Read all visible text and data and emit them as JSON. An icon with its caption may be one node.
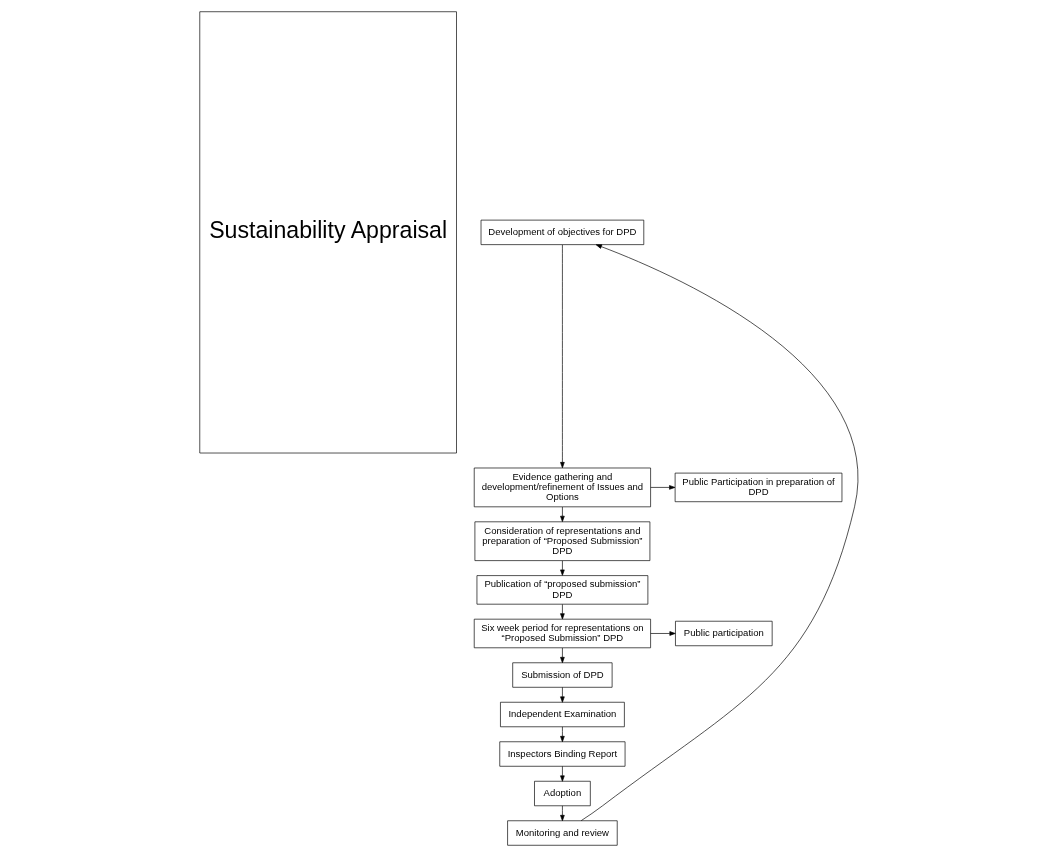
{
  "diagram": {
    "nodes": [
      {
        "text": [
          "Sustainability Appraisal"
        ]
      },
      {
        "text": [
          "Development of objectives for DPD"
        ]
      },
      {
        "text": [
          "Evidence gathering and development/refinement of Issues and Options"
        ]
      },
      {
        "text": [
          "Public Participation in preparation of DPD"
        ]
      },
      {
        "text": [
          "Consideration of representations and preparation of “Proposed Submission” DPD"
        ]
      },
      {
        "text": [
          "Publication of “proposed submission” DPD"
        ]
      },
      {
        "text": [
          "Six week period for representations on “Proposed Submission” DPD"
        ]
      },
      {
        "text": [
          "Public participation"
        ]
      },
      {
        "text": [
          "Submission of DPD"
        ]
      },
      {
        "text": [
          "Independent Examination"
        ]
      },
      {
        "text": [
          "Inspectors Binding Report"
        ]
      },
      {
        "text": [
          "Adoption"
        ]
      },
      {
        "text": [
          "Monitoring and review"
        ]
      }
    ],
    "edges": [
      {
        "from": 1,
        "to": 2,
        "arrow": "to"
      },
      {
        "from": 2,
        "to": 3,
        "arrow": "to"
      },
      {
        "from": 2,
        "to": 4,
        "arrow": "to"
      },
      {
        "from": 4,
        "to": 5,
        "arrow": "to"
      },
      {
        "from": 5,
        "to": 6,
        "arrow": "to"
      },
      {
        "from": 6,
        "to": 7,
        "arrow": "to"
      },
      {
        "from": 6,
        "to": 8,
        "arrow": "to"
      },
      {
        "from": 8,
        "to": 9,
        "arrow": "to"
      },
      {
        "from": 9,
        "to": 10,
        "arrow": "to"
      },
      {
        "from": 10,
        "to": 11,
        "arrow": "to"
      },
      {
        "from": 11,
        "to": 12,
        "arrow": "to"
      },
      {
        "from": 12,
        "to": 1,
        "arrow": "to"
      }
    ]
  }
}
